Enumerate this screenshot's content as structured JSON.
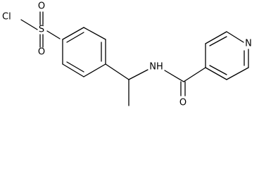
{
  "molecule": {
    "atoms": {
      "chlorine": "Cl",
      "sulfur": "S",
      "oxygen_top": "O",
      "oxygen_bottom": "O",
      "amide_nitrogen": "NH",
      "pyridine_nitrogen": "N",
      "carbonyl_oxygen": "O"
    }
  }
}
